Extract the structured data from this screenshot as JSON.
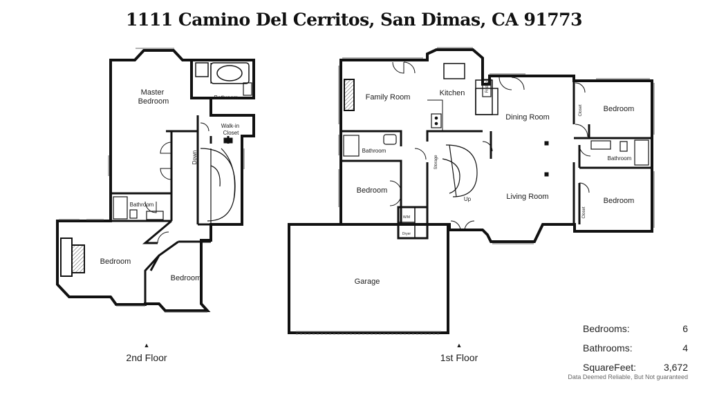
{
  "title": "1111 Camino Del Cerritos, San Dimas, CA 91773",
  "floors": [
    {
      "label": "2nd Floor",
      "rooms": [
        {
          "id": "master-bedroom",
          "lines": [
            "Master",
            "Bedroom"
          ]
        },
        {
          "id": "bathroom-master",
          "lines": [
            "Bathroom"
          ]
        },
        {
          "id": "walk-in-closet",
          "lines": [
            "Walk-in",
            "Closet"
          ]
        },
        {
          "id": "stairs-down",
          "lines": [
            "Down"
          ]
        },
        {
          "id": "bathroom-hall",
          "lines": [
            "Bathroom"
          ]
        },
        {
          "id": "bedroom-west",
          "lines": [
            "Bedroom"
          ]
        },
        {
          "id": "bedroom-south",
          "lines": [
            "Bedroom"
          ]
        }
      ]
    },
    {
      "label": "1st Floor",
      "rooms": [
        {
          "id": "family-room",
          "lines": [
            "Family Room"
          ]
        },
        {
          "id": "kitchen",
          "lines": [
            "Kitchen"
          ]
        },
        {
          "id": "fridge",
          "lines": [
            "Fridge"
          ]
        },
        {
          "id": "dining-room",
          "lines": [
            "Dining Room"
          ]
        },
        {
          "id": "bedroom-ne",
          "lines": [
            "Bedroom"
          ]
        },
        {
          "id": "closet-ne",
          "lines": [
            "Closet"
          ]
        },
        {
          "id": "bathroom-east",
          "lines": [
            "Bathroom"
          ]
        },
        {
          "id": "bathroom-west",
          "lines": [
            "Bathroom"
          ]
        },
        {
          "id": "storage",
          "lines": [
            "Storage"
          ]
        },
        {
          "id": "stairs-up",
          "lines": [
            "Up"
          ]
        },
        {
          "id": "living-room",
          "lines": [
            "Living Room"
          ]
        },
        {
          "id": "bedroom-sw",
          "lines": [
            "Bedroom"
          ]
        },
        {
          "id": "washer",
          "lines": [
            "W/M"
          ]
        },
        {
          "id": "dryer",
          "lines": [
            "Dryer"
          ]
        },
        {
          "id": "bedroom-se",
          "lines": [
            "Bedroom"
          ]
        },
        {
          "id": "closet-se",
          "lines": [
            "Closet"
          ]
        },
        {
          "id": "garage",
          "lines": [
            "Garage"
          ]
        }
      ]
    }
  ],
  "stats": [
    {
      "label": "Bedrooms:",
      "value": "6"
    },
    {
      "label": "Bathrooms:",
      "value": "4"
    },
    {
      "label": "SquareFeet:",
      "value": "3,672"
    }
  ],
  "disclaimer": "Data Deemed Reliable, But Not guaranteed"
}
